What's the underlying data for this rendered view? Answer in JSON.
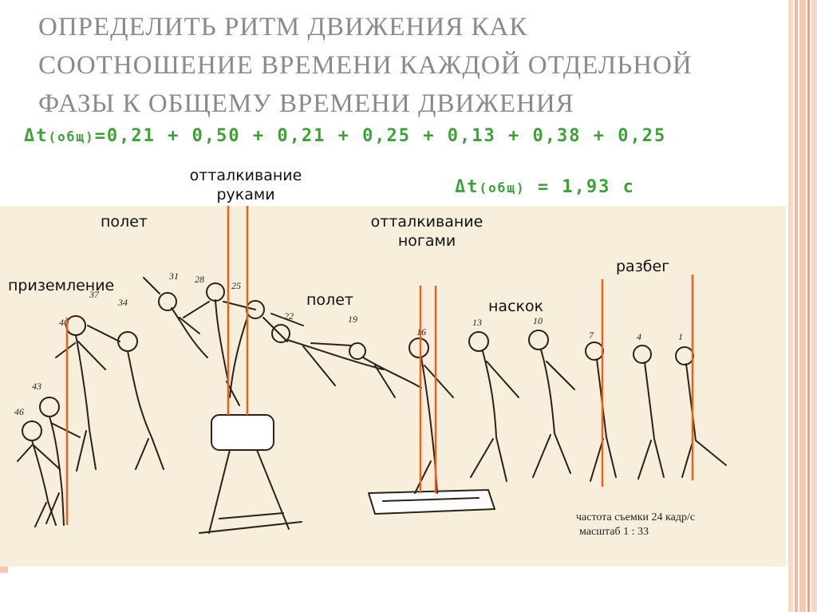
{
  "title": {
    "line1": "Определить ритм движения как",
    "line2": "соотношение времени каждой отдельной",
    "line3": "фазы к общему времени движения"
  },
  "formula": {
    "sum_prefix": "Δt",
    "sum_sub": "(общ)",
    "sum_expr": "=0,21 + 0,50 + 0,21 + 0,25 + 0,13 + 0,38 + 0,25",
    "total_prefix": "Δt",
    "total_sub": "(общ)",
    "total_expr": " = 1,93 с"
  },
  "phases": {
    "landing": "приземление",
    "flight1": "полет",
    "hand_push_1": "отталкивание",
    "hand_push_2": "руками",
    "flight2": "полет",
    "leg_push_1": "отталкивание",
    "leg_push_2": "ногами",
    "hop": "наскок",
    "run": "разбег"
  },
  "caption": {
    "rate": "частота съемки 24 кадр/с",
    "scale": "масштаб 1 : 33"
  },
  "colors": {
    "title": "#8a8a8a",
    "formula": "#3f9f3a",
    "phase_line": "#e8621e",
    "paper": "#f7efdc",
    "stripe": "#f3c9b3"
  }
}
